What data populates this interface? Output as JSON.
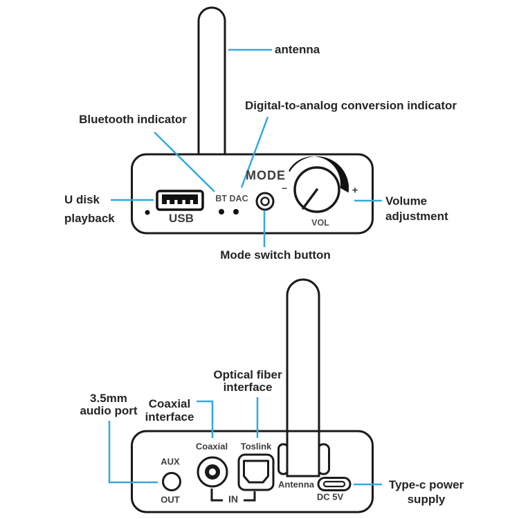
{
  "colors": {
    "leader_line": "#31A8DF",
    "outline": "#1a1a1a",
    "annotation_text": "#242424",
    "device_text": "#3c3c3c"
  },
  "top_view": {
    "annotations": {
      "antenna": "antenna",
      "bluetooth": "Bluetooth indicator",
      "dac": "Digital-to-analog conversion indicator",
      "u_disk": [
        "U disk",
        "playback"
      ],
      "volume": [
        "Volume",
        "adjustment"
      ],
      "mode": "Mode switch button"
    },
    "device_labels": {
      "usb": "USB",
      "bt_dac": "BT DAC",
      "mode": "MODE",
      "vol": "VOL",
      "minus": "–",
      "plus": "+"
    }
  },
  "bottom_view": {
    "annotations": {
      "audio_port": [
        "3.5mm",
        "audio port"
      ],
      "coaxial": [
        "Coaxial",
        "interface"
      ],
      "optical": [
        "Optical fiber",
        "interface"
      ],
      "typec": [
        "Type-c power",
        "supply"
      ]
    },
    "device_labels": {
      "aux": "AUX",
      "out": "OUT",
      "coaxial": "Coaxial",
      "toslink": "Toslink",
      "in": "IN",
      "antenna": "Antenna",
      "dc5v": "DC 5V"
    }
  }
}
